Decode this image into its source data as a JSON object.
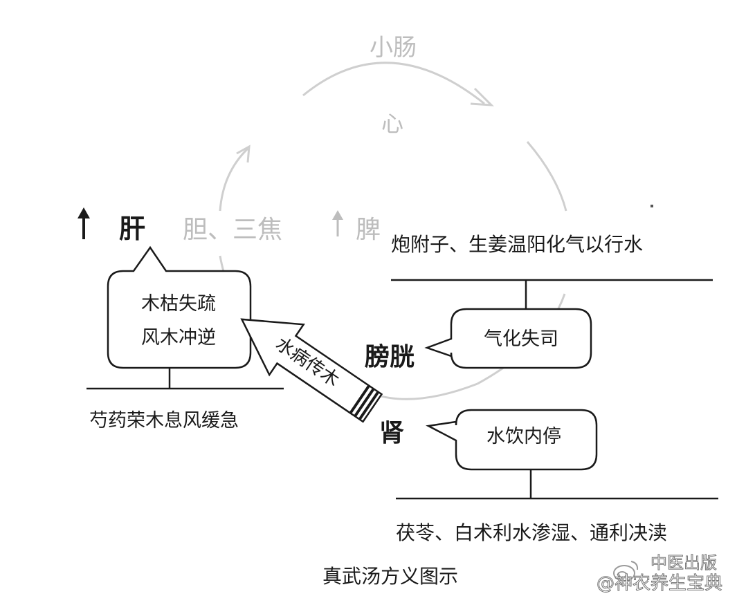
{
  "organs": {
    "small_intestine": "小肠",
    "heart": "心",
    "liver": "肝",
    "gallbladder_sanjiao": "胆、三焦",
    "spleen": "脾",
    "bladder": "膀胱",
    "kidney": "肾"
  },
  "bubbles": {
    "liver_line1": "木枯失疏",
    "liver_line2": "风木冲逆",
    "bladder": "气化失司",
    "kidney": "水饮内停"
  },
  "arrow_label": "水病传木",
  "herbs": {
    "fuzi_ginger": "炮附子、生姜温阳化气以行水",
    "shaoyao": "芍药荣木息风缓急",
    "fuling_baizhu": "茯苓、白术利水渗湿、通利决渎"
  },
  "title": "真武汤方义图示",
  "watermark": {
    "line1": "中医出版",
    "line2": "@神农养生宝典"
  },
  "colors": {
    "ink": "#1a1a1a",
    "faded": "#c4c4c4",
    "faded_text": "#bdbdbd"
  }
}
